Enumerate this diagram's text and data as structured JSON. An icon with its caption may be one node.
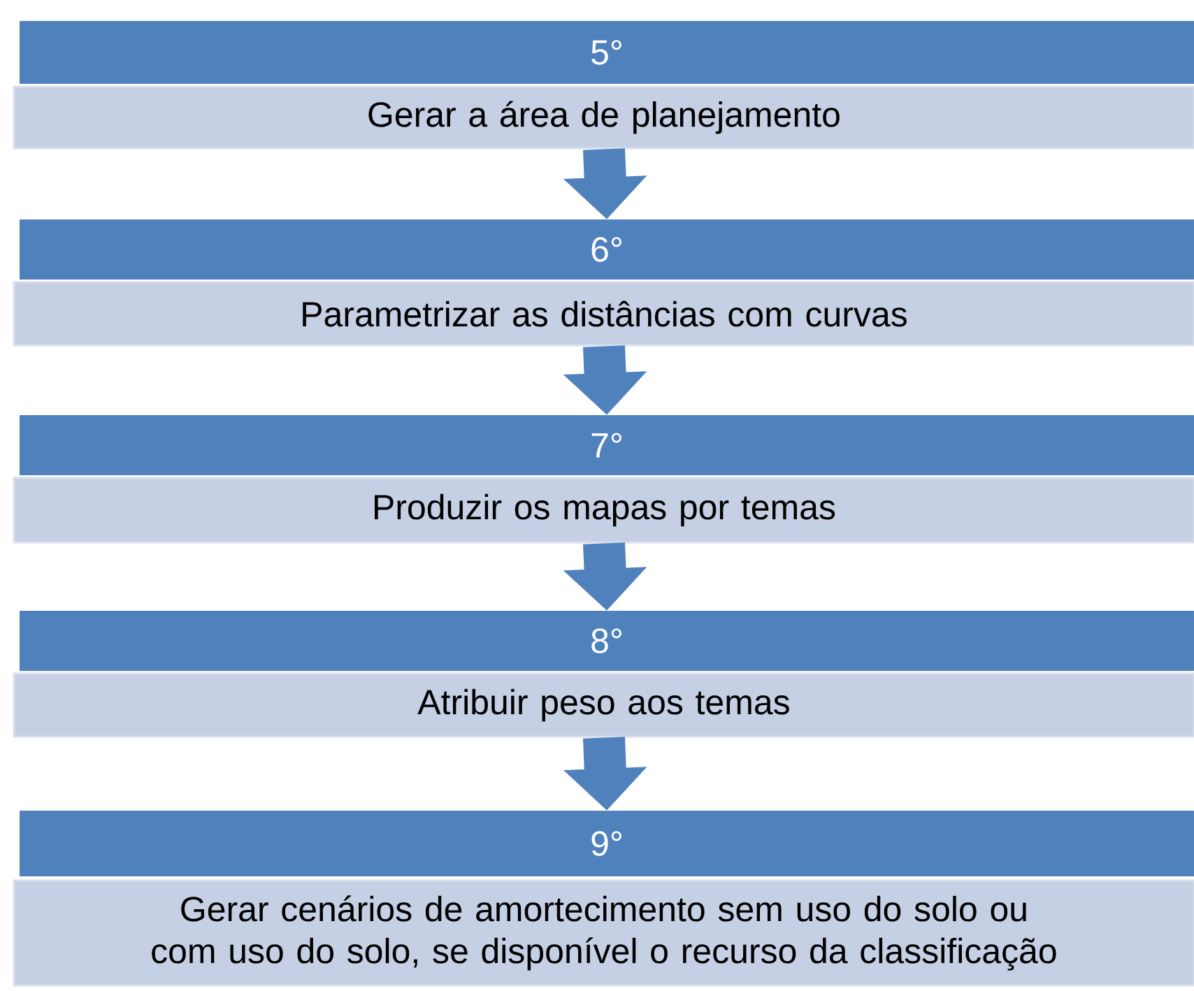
{
  "diagram": {
    "nodes": [
      {
        "text": [
          "5°"
        ]
      },
      {
        "text": [
          "Gerar a área de planejamento"
        ]
      },
      {
        "text": [
          "6°"
        ]
      },
      {
        "text": [
          "Parametrizar as distâncias com curvas"
        ]
      },
      {
        "text": [
          "7°"
        ]
      },
      {
        "text": [
          "Produzir os mapas por temas"
        ]
      },
      {
        "text": [
          "8°"
        ]
      },
      {
        "text": [
          "Atribuir peso aos temas"
        ]
      },
      {
        "text": [
          "9°"
        ]
      },
      {
        "text": [
          "Gerar cenários de amortecimento sem uso do solo ou com uso do solo, se disponível o recurso da classificação"
        ]
      }
    ],
    "edges": [
      {
        "from": 1,
        "to": 2,
        "arrow": "to"
      },
      {
        "from": 3,
        "to": 4,
        "arrow": "to"
      },
      {
        "from": 5,
        "to": 6,
        "arrow": "to"
      },
      {
        "from": 7,
        "to": 8,
        "arrow": "to"
      }
    ]
  }
}
